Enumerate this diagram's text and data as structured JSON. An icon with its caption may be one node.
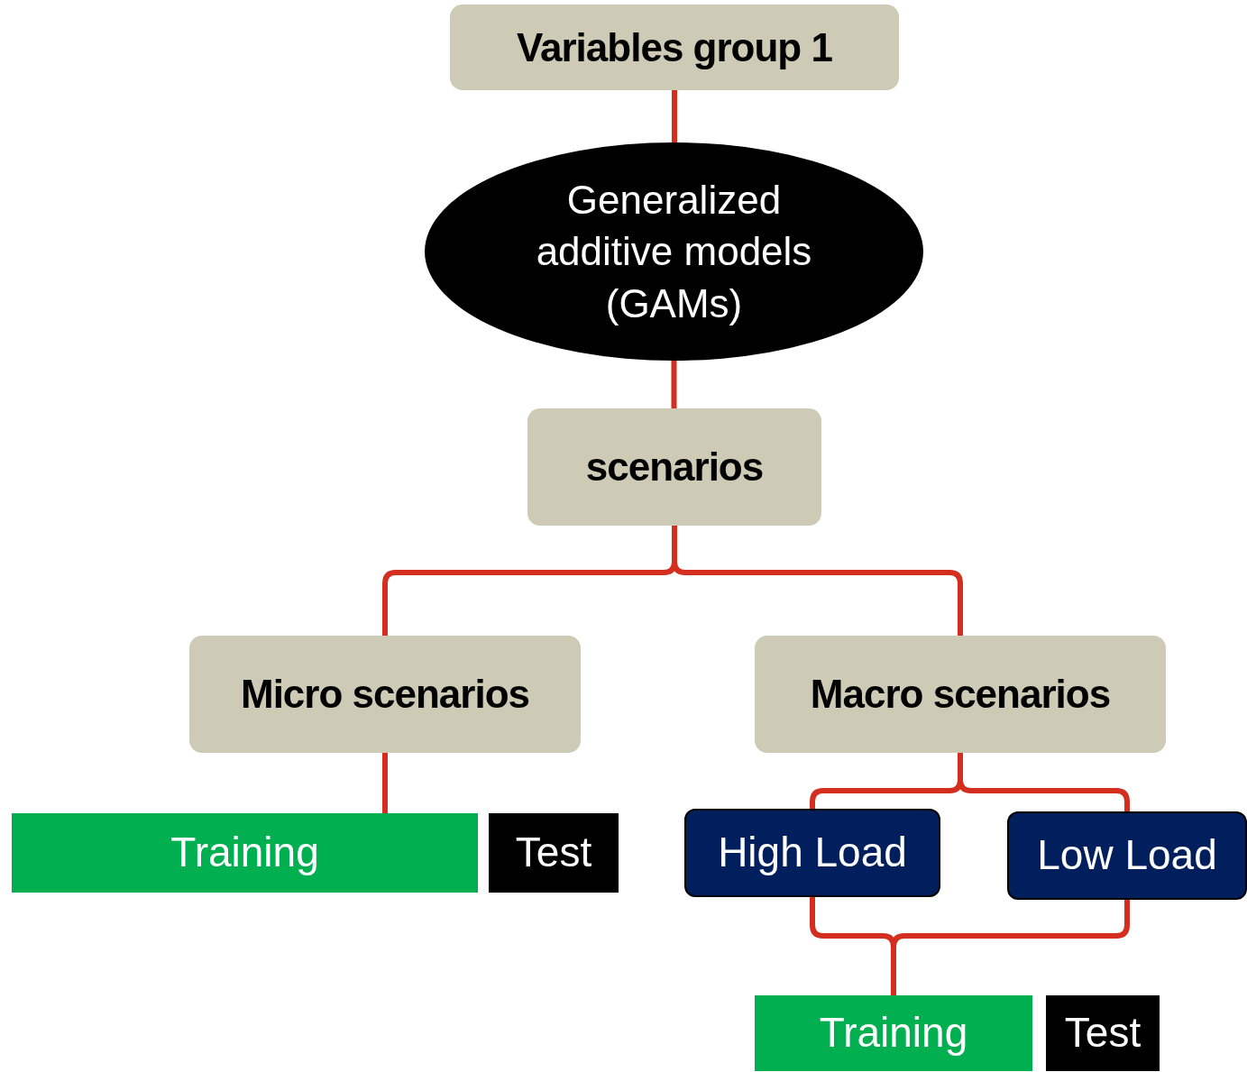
{
  "diagram": {
    "nodes": [
      {
        "text": [
          "Variables group 1"
        ]
      },
      {
        "text": [
          "Generalized additive models (GAMs)"
        ]
      },
      {
        "text": [
          "scenarios"
        ]
      },
      {
        "text": [
          "Micro scenarios"
        ]
      },
      {
        "text": [
          "Macro scenarios"
        ]
      },
      {
        "text": [
          "Training"
        ]
      },
      {
        "text": [
          "Test"
        ]
      },
      {
        "text": [
          "High Load"
        ]
      },
      {
        "text": [
          "Low Load"
        ]
      },
      {
        "text": [
          "Training"
        ]
      },
      {
        "text": [
          "Test"
        ]
      }
    ],
    "edges": [
      {
        "from": 0,
        "to": 1,
        "arrow": "none"
      },
      {
        "from": 1,
        "to": 2,
        "arrow": "none"
      },
      {
        "from": 2,
        "to": 3,
        "arrow": "none"
      },
      {
        "from": 2,
        "to": 4,
        "arrow": "none"
      },
      {
        "from": 3,
        "to": 5,
        "arrow": "none"
      },
      {
        "from": 4,
        "to": 7,
        "arrow": "none"
      },
      {
        "from": 4,
        "to": 8,
        "arrow": "none"
      },
      {
        "from": 7,
        "to": 9,
        "arrow": "none"
      },
      {
        "from": 8,
        "to": 9,
        "arrow": "none"
      }
    ]
  }
}
